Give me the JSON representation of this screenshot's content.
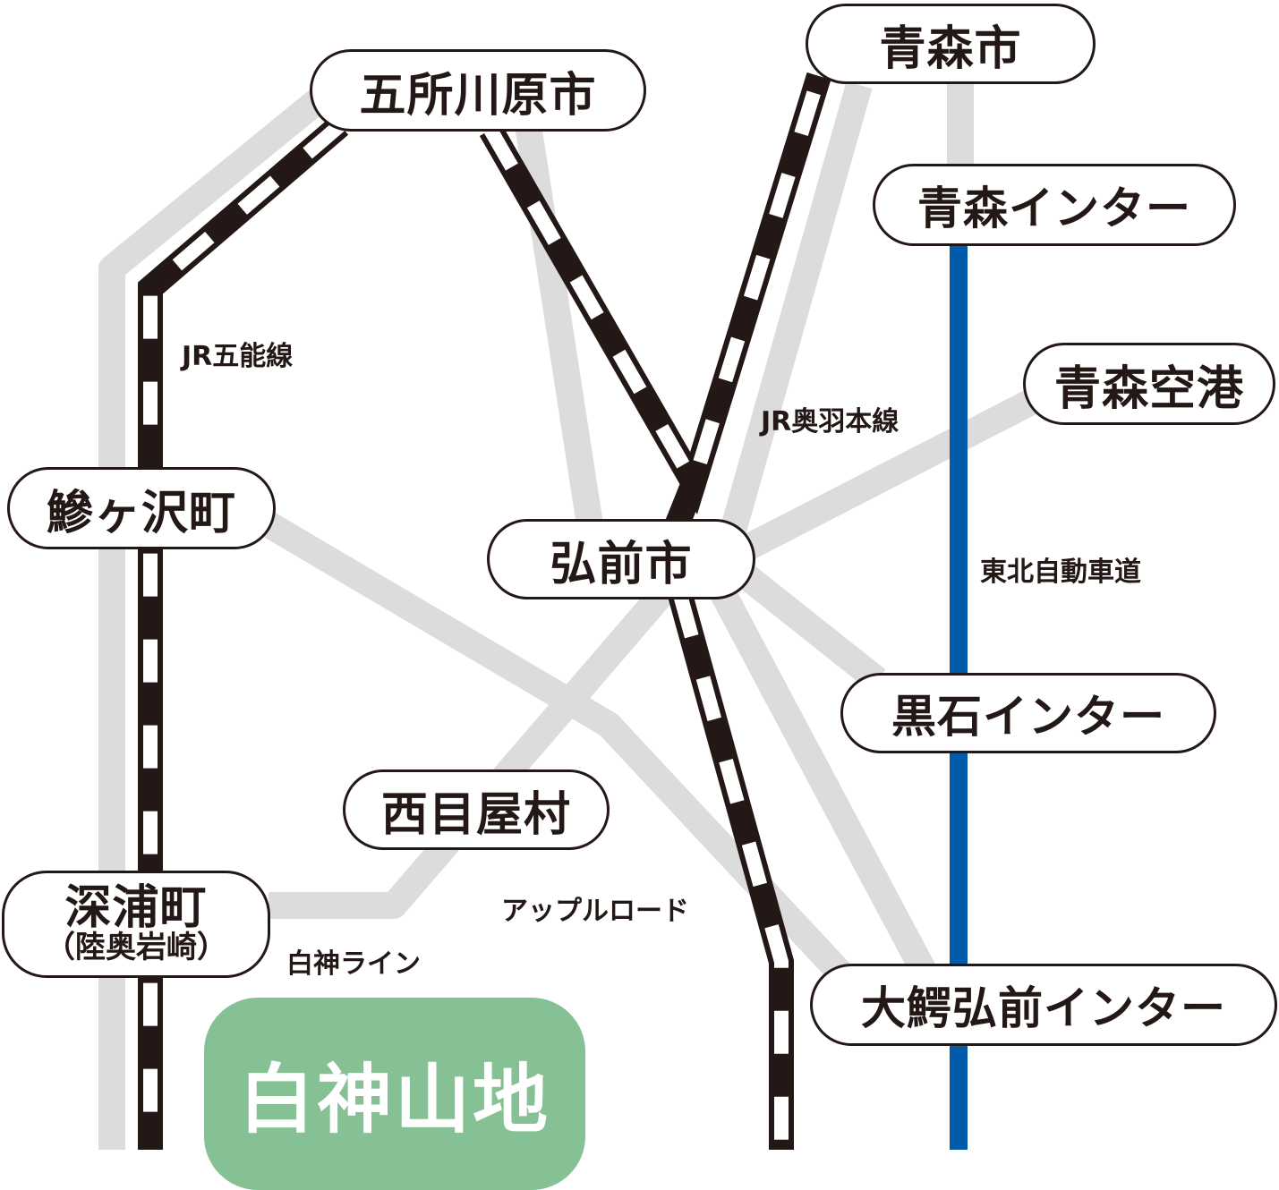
{
  "places": {
    "goshogawara": "五所川原市",
    "aomori_city": "青森市",
    "aomori_ic": "青森インター",
    "aomori_airport": "青森空港",
    "ajigasawa": "鰺ヶ沢町",
    "hirosaki": "弘前市",
    "kuroishi_ic": "黒石インター",
    "nishimeya": "西目屋村",
    "fukaura": "深浦町",
    "fukaura_sub": "（陸奥岩崎）",
    "owani_ic": "大鰐弘前インター",
    "shirakami": "白神山地"
  },
  "lines": {
    "gono": "JR五能線",
    "ou": "JR奥羽本線",
    "tohoku_expressway": "東北自動車道",
    "apple_road": "アップルロード",
    "shirakami_line": "白神ライン"
  },
  "colors": {
    "road": "#dcdcdc",
    "rail": "#231815",
    "expressway": "#005bab",
    "mountain_area": "#86c195"
  },
  "legend_icons": {
    "railway": "black-white-dashed-line",
    "road": "gray-line",
    "expressway": "blue-line"
  }
}
